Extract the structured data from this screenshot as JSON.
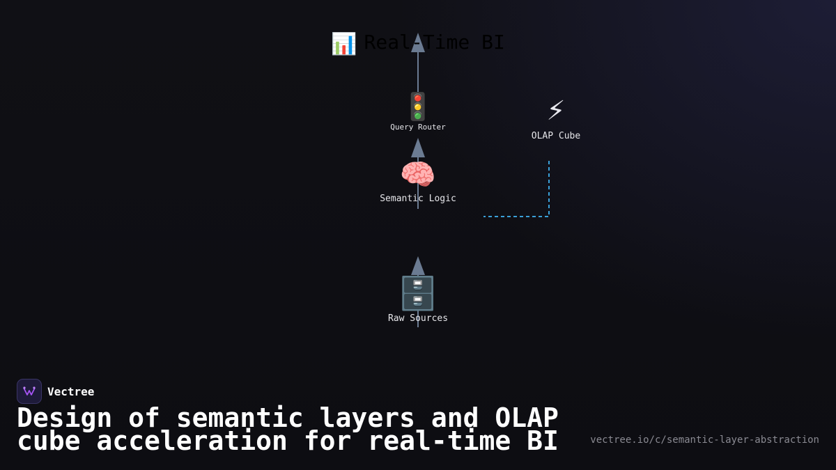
{
  "diagram": {
    "title": {
      "icon": "📊",
      "icon_name": "bar-chart-icon",
      "text": "Real-Time BI"
    },
    "nodes": [
      {
        "id": "query-router",
        "icon": "🚦",
        "icon_name": "traffic-light-icon",
        "label": "Query Router"
      },
      {
        "id": "olap-cube",
        "icon": "⚡",
        "icon_name": "lightning-icon",
        "label": "OLAP Cube"
      },
      {
        "id": "semantic-logic",
        "icon": "🧠",
        "icon_name": "brain-icon",
        "label": "Semantic Logic"
      },
      {
        "id": "raw-sources",
        "icon": "🗄️",
        "icon_name": "file-cabinet-icon",
        "label": "Raw Sources"
      }
    ],
    "edges": [
      {
        "from": "raw-sources",
        "to": "semantic-logic",
        "style": "solid"
      },
      {
        "from": "semantic-logic",
        "to": "query-router",
        "style": "solid"
      },
      {
        "from": "query-router",
        "to": "title",
        "style": "solid"
      },
      {
        "from": "olap-cube",
        "to": "semantic-logic",
        "style": "dashed"
      }
    ],
    "colors": {
      "solid_edge": "#6b7b92",
      "dashed_edge": "#3aa0d8"
    }
  },
  "footer": {
    "brand": "Vectree",
    "headline": "Design of semantic layers and OLAP cube acceleration for real-time BI",
    "url": "vectree.io/c/semantic-layer-abstraction"
  },
  "colors": {
    "background": "#0f0f14",
    "title_text": "#000000",
    "headline": "#ffffff",
    "url": "#8a8a92"
  }
}
